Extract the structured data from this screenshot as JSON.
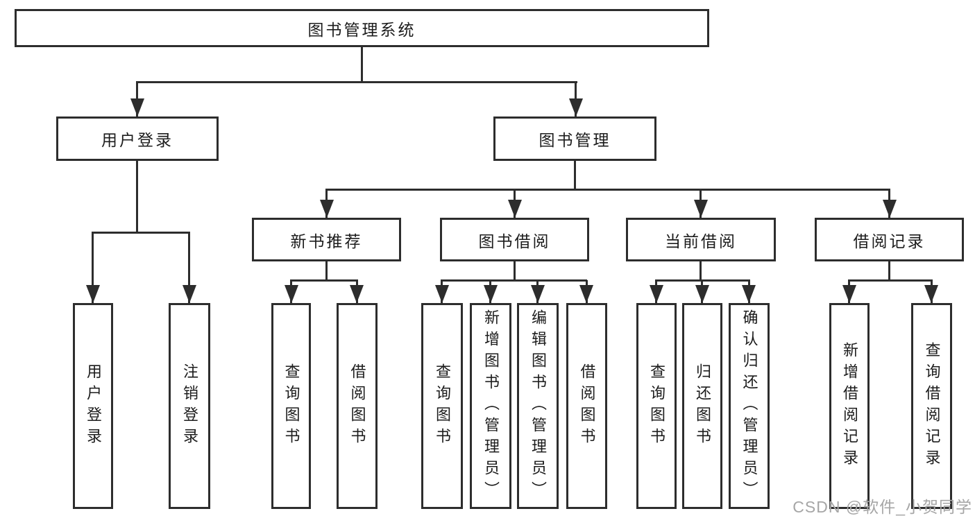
{
  "tree": {
    "root": "图书管理系统",
    "branches": [
      {
        "label": "用户登录",
        "children": [
          "用户登录",
          "注销登录"
        ]
      },
      {
        "label": "图书管理",
        "groups": [
          {
            "label": "新书推荐",
            "children": [
              "查询图书",
              "借阅图书"
            ]
          },
          {
            "label": "图书借阅",
            "children": [
              "查询图书",
              "新增图书（管理员）",
              "编辑图书（管理员）",
              "借阅图书"
            ]
          },
          {
            "label": "当前借阅",
            "children": [
              "查询图书",
              "归还图书",
              "确认归还（管理员）"
            ]
          },
          {
            "label": "借阅记录",
            "children": [
              "新增借阅记录",
              "查询借阅记录"
            ]
          }
        ]
      }
    ]
  },
  "watermark": "CSDN @软件_小贺同学",
  "colors": {
    "line": "#2d2d2d",
    "text": "#1c1c1c",
    "box_background": "#ffffff",
    "watermark": "#a6a6a6"
  }
}
